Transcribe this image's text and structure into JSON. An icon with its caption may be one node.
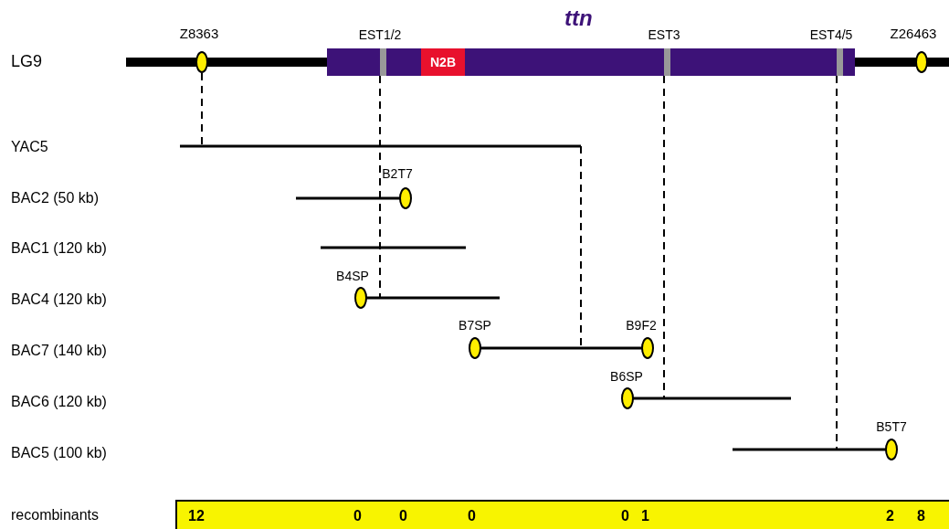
{
  "diagram": {
    "nodes": [
      {
        "text": [
          "ttn"
        ]
      },
      {
        "text": [
          "N2B"
        ],
        "in": 0
      },
      {
        "text": [
          "12",
          "0",
          "0",
          "0",
          "0",
          "1",
          "2",
          "8"
        ]
      }
    ],
    "labels": [
      "LG9",
      "Z8363",
      "EST1/2",
      "EST3",
      "EST4/5",
      "Z26463",
      "YAC5",
      "BAC2 (50 kb)",
      "B2T7",
      "BAC1 (120 kb)",
      "B4SP",
      "BAC4 (120 kb)",
      "B7SP",
      "B9F2",
      "BAC7 (140 kb)",
      "B6SP",
      "BAC6 (120 kb)",
      "B5T7",
      "BAC5 (100 kb)",
      "recombinants"
    ]
  }
}
